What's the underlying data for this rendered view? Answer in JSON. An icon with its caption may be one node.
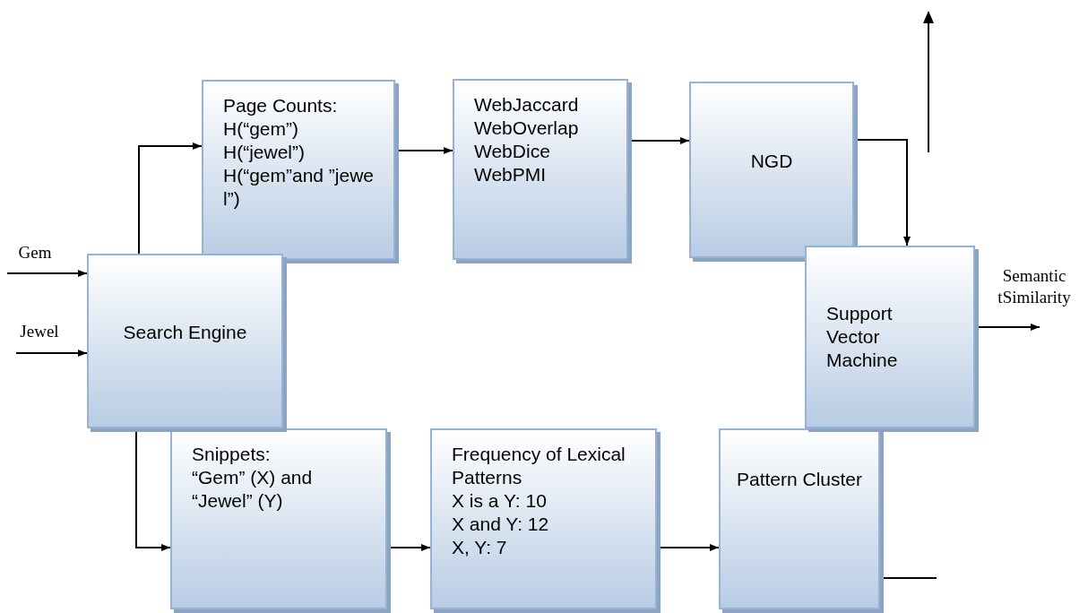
{
  "diagram": {
    "nodes": [
      {
        "text": [
          "Search Engine"
        ]
      },
      {
        "text": [
          "Page Counts:",
          "H(“gem”)",
          "H(“jewel”)",
          "H(“gem”and ”jewel”)"
        ]
      },
      {
        "text": [
          "WebJaccard",
          "WebOverlap",
          "WebDice",
          "WebPMI"
        ]
      },
      {
        "text": [
          "NGD"
        ]
      },
      {
        "text": [
          "Support Vector Machine"
        ]
      },
      {
        "text": [
          "Snippets:",
          "“Gem” (X) and “Jewel” (Y)"
        ]
      },
      {
        "text": [
          "Frequency of Lexical Patterns",
          "X is a Y: 10",
          "X and Y: 12",
          "X, Y: 7"
        ]
      },
      {
        "text": [
          "Pattern Cluster"
        ]
      }
    ],
    "edges": [
      {
        "from": null,
        "to": 0,
        "arrow": "to",
        "label": "Gem"
      },
      {
        "from": null,
        "to": 0,
        "arrow": "to",
        "label": "Jewel"
      },
      {
        "from": 0,
        "to": 1,
        "arrow": "to"
      },
      {
        "from": 1,
        "to": 2,
        "arrow": "to"
      },
      {
        "from": 2,
        "to": 3,
        "arrow": "to"
      },
      {
        "from": 3,
        "to": 4,
        "arrow": "to"
      },
      {
        "from": 0,
        "to": 5,
        "arrow": "to"
      },
      {
        "from": 5,
        "to": 6,
        "arrow": "to"
      },
      {
        "from": 6,
        "to": 7,
        "arrow": "to"
      },
      {
        "from": 4,
        "to": null,
        "arrow": "to",
        "label": "Semantic tSimilarity"
      },
      {
        "from": 7,
        "to": null,
        "arrow": "none"
      }
    ]
  }
}
